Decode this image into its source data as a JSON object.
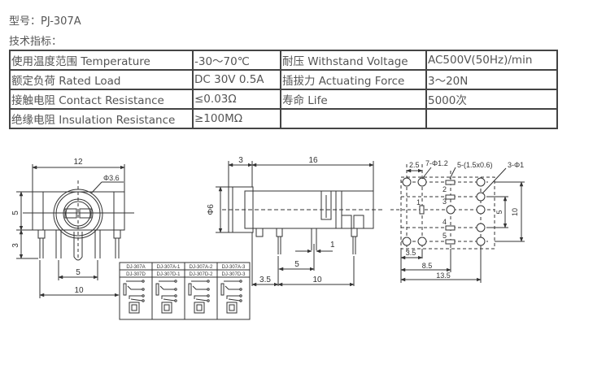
{
  "model_label": "型号：PJ-307A",
  "spec_heading": "技术指标：",
  "spec_table": [
    [
      "使用温度范围 Temperature",
      "-30～70℃",
      "耐压 Withstand Voltage",
      "AC500V(50Hz)/min"
    ],
    [
      "额定负荷 Rated Load",
      "DC 30V 0.5A",
      "插拔力 Actuating Force",
      "3～20N"
    ],
    [
      "接触电阻 Contact Resistance",
      "≤0.03Ω",
      "寿命 Life",
      "5000次"
    ],
    [
      "绝缘电阻 Insulation Resistance",
      "≥100MΩ",
      "",
      ""
    ]
  ],
  "front_view": {
    "width_dim": "12",
    "hole_dim": "Φ3.6",
    "height_dim": "5",
    "pin_dim": "3",
    "pin_spacing": "5",
    "overall_pin_span": "10"
  },
  "side_view": {
    "flange_dim": "3",
    "body_length": "16",
    "diameter": "Φ6",
    "pin_width": "1",
    "pin_offset": "5",
    "first_pin": "3.5",
    "pin_span": "10"
  },
  "pcb_view": {
    "hole_spacing": "2.5",
    "round_holes": "7-Φ1.2",
    "slot_holes": "5-(1.5x0.6)",
    "small_holes": "3-Φ1",
    "pin_labels": [
      "1",
      "2",
      "3",
      "4",
      "5"
    ],
    "dim_5": "5",
    "dim_10": "10",
    "dim_3_5": "3.5",
    "dim_8_5": "8.5",
    "dim_13_5": "13.5"
  },
  "variants": {
    "row1": [
      "DJ-307A",
      "DJ-307A-1",
      "DJ-307A-2",
      "DJ-307A-3"
    ],
    "row2": [
      "DJ-307D",
      "DJ-307D-1",
      "DJ-307D-2",
      "DJ-307D-3"
    ]
  }
}
